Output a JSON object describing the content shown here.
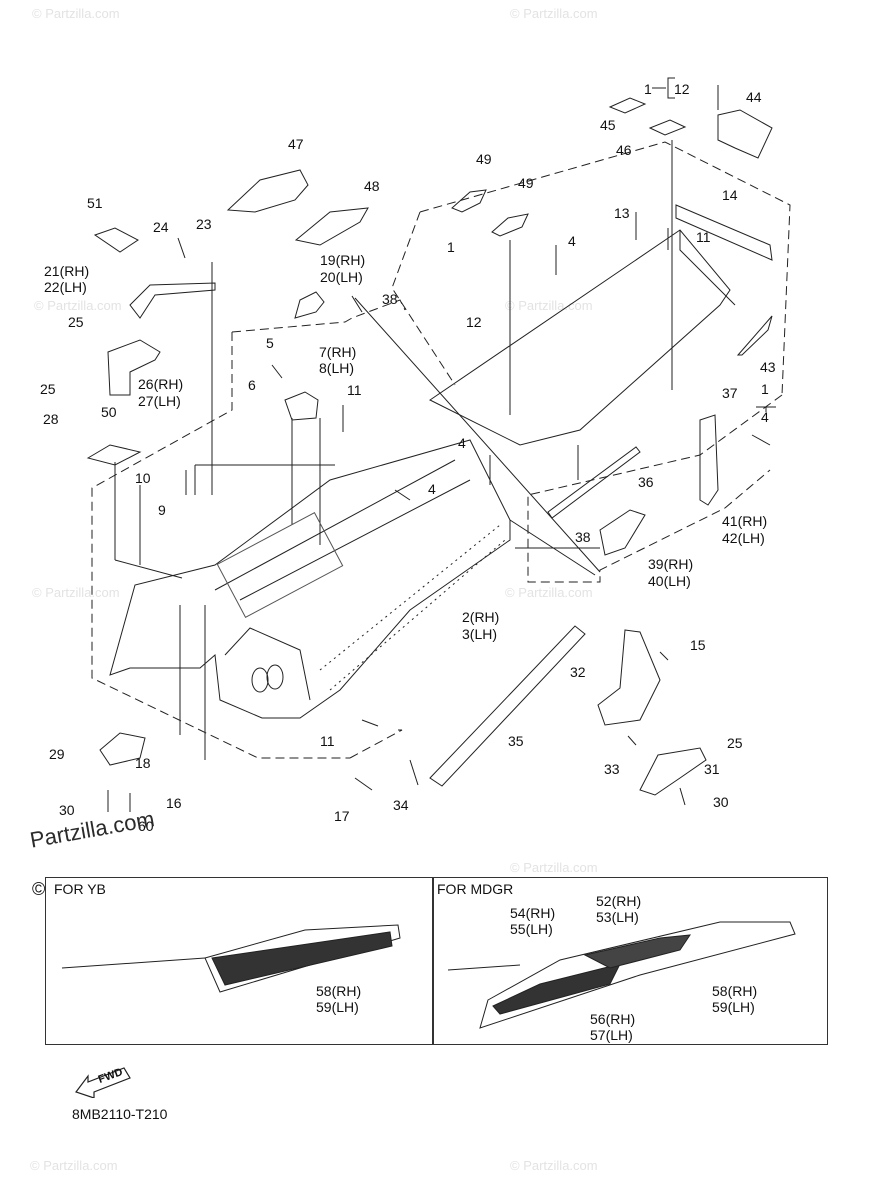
{
  "watermark": "© Partzilla.com",
  "logo": "Partzilla.com",
  "copyright_mark": "©",
  "diagram_code": "8MB2110-T210",
  "fwd_label": "FWD",
  "insets": [
    {
      "title": "FOR YB",
      "labels": [
        "58(RH)",
        "59(LH)"
      ]
    },
    {
      "title": "FOR MDGR",
      "labels": [
        "54(RH)",
        "55(LH)",
        "52(RH)",
        "53(LH)",
        "56(RH)",
        "57(LH)",
        "58(RH)",
        "59(LH)"
      ]
    }
  ],
  "callouts": {
    "c1a": "1",
    "c12a": "12",
    "c44": "44",
    "c45": "45",
    "c46": "46",
    "c47": "47",
    "c48": "48",
    "c49a": "49",
    "c49b": "49",
    "c51": "51",
    "c24": "24",
    "c23": "23",
    "c21": "21(RH)",
    "c22": "22(LH)",
    "c19": "19(RH)",
    "c20": "20(LH)",
    "c38a": "38",
    "c1b": "1",
    "c13": "13",
    "c14": "14",
    "c4a": "4",
    "c11a": "11",
    "c25a": "25",
    "c26": "26(RH)",
    "c27": "27(LH)",
    "c5": "5",
    "c7": "7(RH)",
    "c8": "8(LH)",
    "c12b": "12",
    "c43": "43",
    "c25b": "25",
    "c6": "6",
    "c11b": "11",
    "c37": "37",
    "c1c": "1",
    "c4b": "4",
    "c28": "28",
    "c50": "50",
    "c4c": "4",
    "c36": "36",
    "c10": "10",
    "c4d": "4",
    "c9": "9",
    "c41": "41(RH)",
    "c42": "42(LH)",
    "c38b": "38",
    "c39": "39(RH)",
    "c40": "40(LH)",
    "c2": "2(RH)",
    "c3": "3(LH)",
    "c15": "15",
    "c32": "32",
    "c11c": "11",
    "c35": "35",
    "c25c": "25",
    "c29": "29",
    "c18": "18",
    "c33": "33",
    "c31": "31",
    "c30a": "30",
    "c16": "16",
    "c17": "17",
    "c34": "34",
    "c30b": "30",
    "c60": "60"
  }
}
